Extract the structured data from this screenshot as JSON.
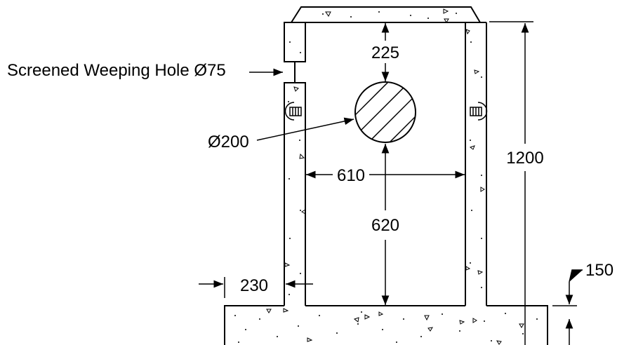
{
  "labels": {
    "weep_hole": "Screened Weeping Hole Ø75",
    "pipe_dia": "Ø200",
    "cover": "225",
    "inner_width": "610",
    "pipe_height": "620",
    "total_height": "1200",
    "wall_thickness": "230",
    "base_thickness": "150"
  },
  "colors": {
    "line": "#000000",
    "background": "#ffffff"
  }
}
